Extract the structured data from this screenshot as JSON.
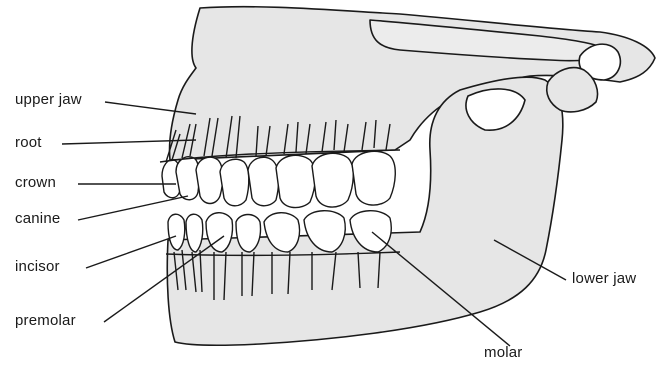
{
  "labels": {
    "upper_jaw": "upper jaw",
    "root": "root",
    "crown": "crown",
    "canine": "canine",
    "incisor": "incisor",
    "premolar": "premolar",
    "lower_jaw": "lower jaw",
    "molar": "molar"
  },
  "colors": {
    "bone": "#e6e6e6",
    "tooth": "#ffffff",
    "line": "#1a1a1a"
  }
}
